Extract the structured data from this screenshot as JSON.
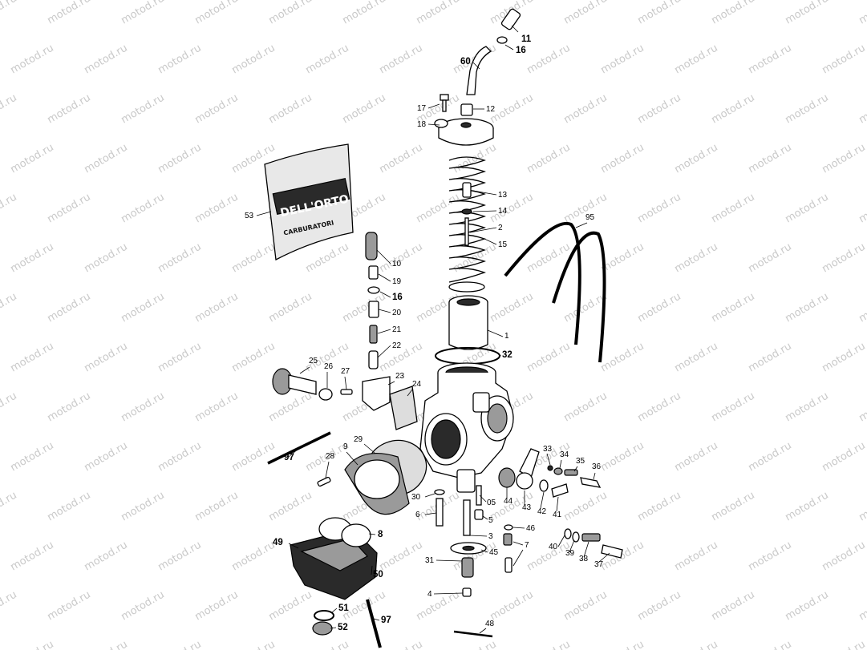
{
  "watermark": {
    "text": "motod.ru"
  },
  "bag": {
    "brand": "DELL'ORTO",
    "caption": "CARBURATORI"
  },
  "callouts": [
    {
      "id": "11",
      "label": "11"
    },
    {
      "id": "16a",
      "label": "16"
    },
    {
      "id": "60",
      "label": "60"
    },
    {
      "id": "17",
      "label": "17"
    },
    {
      "id": "12",
      "label": "12"
    },
    {
      "id": "18",
      "label": "18"
    },
    {
      "id": "13",
      "label": "13"
    },
    {
      "id": "14",
      "label": "14"
    },
    {
      "id": "2",
      "label": "2"
    },
    {
      "id": "15",
      "label": "15"
    },
    {
      "id": "53",
      "label": "53"
    },
    {
      "id": "95",
      "label": "95"
    },
    {
      "id": "10",
      "label": "10"
    },
    {
      "id": "19",
      "label": "19"
    },
    {
      "id": "16b",
      "label": "16"
    },
    {
      "id": "20",
      "label": "20"
    },
    {
      "id": "21",
      "label": "21"
    },
    {
      "id": "22",
      "label": "22"
    },
    {
      "id": "1",
      "label": "1"
    },
    {
      "id": "32",
      "label": "32"
    },
    {
      "id": "25",
      "label": "25"
    },
    {
      "id": "26",
      "label": "26"
    },
    {
      "id": "27",
      "label": "27"
    },
    {
      "id": "23",
      "label": "23"
    },
    {
      "id": "24",
      "label": "24"
    },
    {
      "id": "29",
      "label": "29"
    },
    {
      "id": "9",
      "label": "9"
    },
    {
      "id": "97a",
      "label": "97"
    },
    {
      "id": "28",
      "label": "28"
    },
    {
      "id": "33",
      "label": "33"
    },
    {
      "id": "34",
      "label": "34"
    },
    {
      "id": "35",
      "label": "35"
    },
    {
      "id": "36",
      "label": "36"
    },
    {
      "id": "44",
      "label": "44"
    },
    {
      "id": "43",
      "label": "43"
    },
    {
      "id": "42",
      "label": "42"
    },
    {
      "id": "41",
      "label": "41"
    },
    {
      "id": "30",
      "label": "30"
    },
    {
      "id": "05",
      "label": "05"
    },
    {
      "id": "5",
      "label": "5"
    },
    {
      "id": "6",
      "label": "6"
    },
    {
      "id": "46",
      "label": "46"
    },
    {
      "id": "3",
      "label": "3"
    },
    {
      "id": "7",
      "label": "7"
    },
    {
      "id": "45",
      "label": "45"
    },
    {
      "id": "8",
      "label": "8"
    },
    {
      "id": "49",
      "label": "49"
    },
    {
      "id": "40",
      "label": "40"
    },
    {
      "id": "39",
      "label": "39"
    },
    {
      "id": "38",
      "label": "38"
    },
    {
      "id": "37",
      "label": "37"
    },
    {
      "id": "31",
      "label": "31"
    },
    {
      "id": "50",
      "label": "50"
    },
    {
      "id": "4",
      "label": "4"
    },
    {
      "id": "51",
      "label": "51"
    },
    {
      "id": "97b",
      "label": "97"
    },
    {
      "id": "52",
      "label": "52"
    },
    {
      "id": "48",
      "label": "48"
    }
  ]
}
